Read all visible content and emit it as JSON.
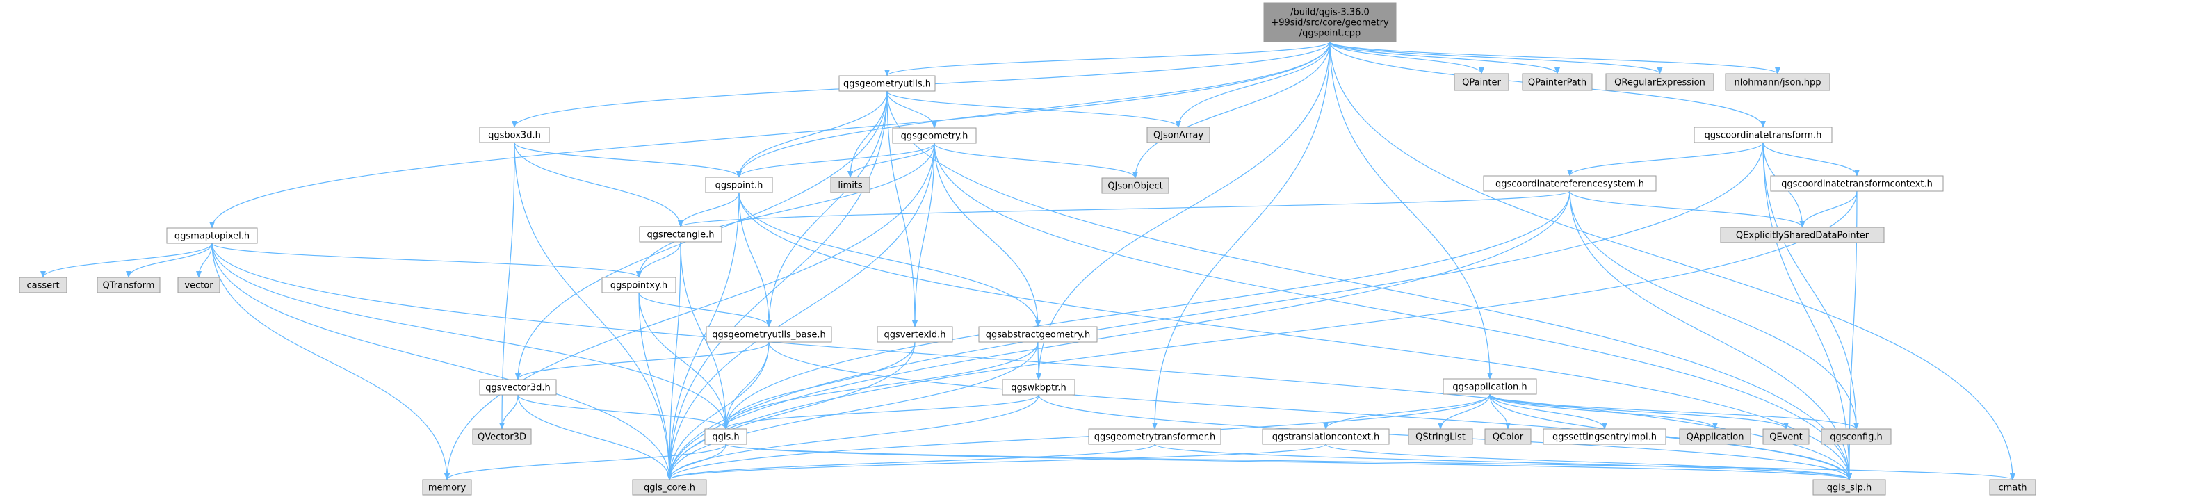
{
  "colors": {
    "edge": "#63b8ff",
    "box_stroke": "#999999",
    "header_fill": "#999999",
    "internal_fill": "#ffffff",
    "external_fill": "#e0e0e0",
    "red_border": "#ff0000",
    "normal_border": "#666666"
  },
  "nodes": [
    {
      "id": "qgspoint_cpp",
      "lines": [
        "/build/qgis-3.36.0",
        "+99sid/src/core/geometry",
        "/qgspoint.cpp"
      ],
      "kind": "header"
    },
    {
      "id": "qgsgeometryutils_h",
      "lines": [
        "qgsgeometryutils.h"
      ],
      "kind": "internal",
      "red": false
    },
    {
      "id": "qgsbox3d_h",
      "lines": [
        "qgsbox3d.h"
      ],
      "kind": "internal",
      "red": false
    },
    {
      "id": "qgsmaptopixel_h",
      "lines": [
        "qgsmaptopixel.h"
      ],
      "kind": "internal",
      "red": false
    },
    {
      "id": "qgsgeometry_h",
      "lines": [
        "qgsgeometry.h"
      ],
      "kind": "internal",
      "red": true
    },
    {
      "id": "qgspoint_h",
      "lines": [
        "qgspoint.h"
      ],
      "kind": "internal",
      "red": false
    },
    {
      "id": "limits",
      "lines": [
        "limits"
      ],
      "kind": "external"
    },
    {
      "id": "qjsonarray",
      "lines": [
        "QJsonArray"
      ],
      "kind": "external"
    },
    {
      "id": "qjsonobject",
      "lines": [
        "QJsonObject"
      ],
      "kind": "external"
    },
    {
      "id": "qpainter",
      "lines": [
        "QPainter"
      ],
      "kind": "external"
    },
    {
      "id": "qpainterpath",
      "lines": [
        "QPainterPath"
      ],
      "kind": "external"
    },
    {
      "id": "qregularexpression",
      "lines": [
        "QRegularExpression"
      ],
      "kind": "external"
    },
    {
      "id": "nlohmann_json",
      "lines": [
        "nlohmann/json.hpp"
      ],
      "kind": "external"
    },
    {
      "id": "qgscoordinatetransform_h",
      "lines": [
        "qgscoordinatetransform.h"
      ],
      "kind": "internal",
      "red": false
    },
    {
      "id": "qgscoordinatereferencesystem_h",
      "lines": [
        "qgscoordinatereferencesystem.h"
      ],
      "kind": "internal",
      "red": true
    },
    {
      "id": "qgscoordinatetransformcontext_h",
      "lines": [
        "qgscoordinatetransformcontext.h"
      ],
      "kind": "internal",
      "red": true
    },
    {
      "id": "qexplicitlyshareddatapointer",
      "lines": [
        "QExplicitlySharedDataPointer"
      ],
      "kind": "external"
    },
    {
      "id": "qgsrectangle_h",
      "lines": [
        "qgsrectangle.h"
      ],
      "kind": "internal",
      "red": true
    },
    {
      "id": "qgspointxy_h",
      "lines": [
        "qgspointxy.h"
      ],
      "kind": "internal",
      "red": true
    },
    {
      "id": "cassert",
      "lines": [
        "cassert"
      ],
      "kind": "external"
    },
    {
      "id": "qtransform",
      "lines": [
        "QTransform"
      ],
      "kind": "external"
    },
    {
      "id": "vector",
      "lines": [
        "vector"
      ],
      "kind": "external"
    },
    {
      "id": "qgsgeometryutils_base_h",
      "lines": [
        "qgsgeometryutils_base.h"
      ],
      "kind": "internal",
      "red": true
    },
    {
      "id": "qgsvertexid_h",
      "lines": [
        "qgsvertexid.h"
      ],
      "kind": "internal",
      "red": false
    },
    {
      "id": "qgsabstractgeometry_h",
      "lines": [
        "qgsabstractgeometry.h"
      ],
      "kind": "internal",
      "red": true
    },
    {
      "id": "qgswkbptr_h",
      "lines": [
        "qgswkbptr.h"
      ],
      "kind": "internal",
      "red": true
    },
    {
      "id": "qgsvector3d_h",
      "lines": [
        "qgsvector3d.h"
      ],
      "kind": "internal",
      "red": false
    },
    {
      "id": "qvector3d",
      "lines": [
        "QVector3D"
      ],
      "kind": "external"
    },
    {
      "id": "qgis_h",
      "lines": [
        "qgis.h"
      ],
      "kind": "internal",
      "red": true
    },
    {
      "id": "memory",
      "lines": [
        "memory"
      ],
      "kind": "external"
    },
    {
      "id": "qgis_core_h",
      "lines": [
        "qgis_core.h"
      ],
      "kind": "external"
    },
    {
      "id": "qgsapplication_h",
      "lines": [
        "qgsapplication.h"
      ],
      "kind": "internal",
      "red": false
    },
    {
      "id": "qgsgeometrytransformer_h",
      "lines": [
        "qgsgeometrytransformer.h"
      ],
      "kind": "internal",
      "red": false
    },
    {
      "id": "qgstranslationcontext_h",
      "lines": [
        "qgstranslationcontext.h"
      ],
      "kind": "internal",
      "red": true
    },
    {
      "id": "qstringlist",
      "lines": [
        "QStringList"
      ],
      "kind": "external"
    },
    {
      "id": "qcolor",
      "lines": [
        "QColor"
      ],
      "kind": "external"
    },
    {
      "id": "qgssettingsentryimpl_h",
      "lines": [
        "qgssettingsentryimpl.h"
      ],
      "kind": "internal",
      "red": true
    },
    {
      "id": "qapplication",
      "lines": [
        "QApplication"
      ],
      "kind": "external"
    },
    {
      "id": "qevent",
      "lines": [
        "QEvent"
      ],
      "kind": "external"
    },
    {
      "id": "qgsconfig_h",
      "lines": [
        "qgsconfig.h"
      ],
      "kind": "external"
    },
    {
      "id": "qgis_sip_h",
      "lines": [
        "qgis_sip.h"
      ],
      "kind": "external"
    },
    {
      "id": "cmath",
      "lines": [
        "cmath"
      ],
      "kind": "external"
    }
  ],
  "edges": [
    [
      "qgspoint_cpp",
      "qgsgeometryutils_h"
    ],
    [
      "qgspoint_cpp",
      "qgsbox3d_h"
    ],
    [
      "qgspoint_cpp",
      "qgsmaptopixel_h"
    ],
    [
      "qgspoint_cpp",
      "qgspoint_h"
    ],
    [
      "qgspoint_cpp",
      "qjsonarray"
    ],
    [
      "qgspoint_cpp",
      "qjsonobject"
    ],
    [
      "qgspoint_cpp",
      "qpainter"
    ],
    [
      "qgspoint_cpp",
      "qpainterpath"
    ],
    [
      "qgspoint_cpp",
      "qregularexpression"
    ],
    [
      "qgspoint_cpp",
      "nlohmann_json"
    ],
    [
      "qgspoint_cpp",
      "qgscoordinatetransform_h"
    ],
    [
      "qgspoint_cpp",
      "qgswkbptr_h"
    ],
    [
      "qgspoint_cpp",
      "qgsapplication_h"
    ],
    [
      "qgspoint_cpp",
      "qgsgeometrytransformer_h"
    ],
    [
      "qgspoint_cpp",
      "cmath"
    ],
    [
      "qgsgeometryutils_h",
      "qgsgeometry_h"
    ],
    [
      "qgsgeometryutils_h",
      "qgspoint_h"
    ],
    [
      "qgsgeometryutils_h",
      "limits"
    ],
    [
      "qgsgeometryutils_h",
      "qjsonarray"
    ],
    [
      "qgsgeometryutils_h",
      "qgsgeometryutils_base_h"
    ],
    [
      "qgsgeometryutils_h",
      "qgsvertexid_h"
    ],
    [
      "qgsgeometryutils_h",
      "qgsvector3d_h"
    ],
    [
      "qgsgeometryutils_h",
      "qgis_core_h"
    ],
    [
      "qgsgeometryutils_h",
      "qgis_sip_h"
    ],
    [
      "qgsbox3d_h",
      "qgspoint_h"
    ],
    [
      "qgsbox3d_h",
      "qgsrectangle_h"
    ],
    [
      "qgsbox3d_h",
      "qvector3d"
    ],
    [
      "qgsbox3d_h",
      "qgis_core_h"
    ],
    [
      "qgsmaptopixel_h",
      "qgspointxy_h"
    ],
    [
      "qgsmaptopixel_h",
      "cassert"
    ],
    [
      "qgsmaptopixel_h",
      "qtransform"
    ],
    [
      "qgsmaptopixel_h",
      "vector"
    ],
    [
      "qgsmaptopixel_h",
      "qgis_h"
    ],
    [
      "qgsmaptopixel_h",
      "memory"
    ],
    [
      "qgsmaptopixel_h",
      "qgis_core_h"
    ],
    [
      "qgsmaptopixel_h",
      "qgis_sip_h"
    ],
    [
      "qgsgeometry_h",
      "qgspoint_h"
    ],
    [
      "qgsgeometry_h",
      "limits"
    ],
    [
      "qgsgeometry_h",
      "qjsonobject"
    ],
    [
      "qgsgeometry_h",
      "qgspointxy_h"
    ],
    [
      "qgsgeometry_h",
      "qgsvertexid_h"
    ],
    [
      "qgsgeometry_h",
      "qgsabstractgeometry_h"
    ],
    [
      "qgsgeometry_h",
      "memory"
    ],
    [
      "qgsgeometry_h",
      "qgis_core_h"
    ],
    [
      "qgsgeometry_h",
      "qgis_sip_h"
    ],
    [
      "qgspoint_h",
      "qgsrectangle_h"
    ],
    [
      "qgspoint_h",
      "qgsgeometryutils_base_h"
    ],
    [
      "qgspoint_h",
      "qgsabstractgeometry_h"
    ],
    [
      "qgspoint_h",
      "qgis_core_h"
    ],
    [
      "qgspoint_h",
      "qgis_sip_h"
    ],
    [
      "qgscoordinatetransform_h",
      "qgscoordinatereferencesystem_h"
    ],
    [
      "qgscoordinatetransform_h",
      "qgscoordinatetransformcontext_h"
    ],
    [
      "qgscoordinatetransform_h",
      "qexplicitlyshareddatapointer"
    ],
    [
      "qgscoordinatetransform_h",
      "qgsconfig_h"
    ],
    [
      "qgscoordinatetransform_h",
      "qgis_sip_h"
    ],
    [
      "qgscoordinatetransform_h",
      "qgis_core_h"
    ],
    [
      "qgscoordinatereferencesystem_h",
      "qexplicitlyshareddatapointer"
    ],
    [
      "qgscoordinatereferencesystem_h",
      "qgsrectangle_h"
    ],
    [
      "qgscoordinatereferencesystem_h",
      "qgis_h"
    ],
    [
      "qgscoordinatereferencesystem_h",
      "qgis_core_h"
    ],
    [
      "qgscoordinatereferencesystem_h",
      "qgis_sip_h"
    ],
    [
      "qgscoordinatereferencesystem_h",
      "qgsconfig_h"
    ],
    [
      "qgscoordinatetransformcontext_h",
      "qexplicitlyshareddatapointer"
    ],
    [
      "qgscoordinatetransformcontext_h",
      "qgis_core_h"
    ],
    [
      "qgscoordinatetransformcontext_h",
      "qgis_sip_h"
    ],
    [
      "qgsrectangle_h",
      "qgspointxy_h"
    ],
    [
      "qgsrectangle_h",
      "qgis_h"
    ],
    [
      "qgsrectangle_h",
      "qgis_core_h"
    ],
    [
      "qgspointxy_h",
      "qgsgeometryutils_base_h"
    ],
    [
      "qgspointxy_h",
      "qgis_h"
    ],
    [
      "qgspointxy_h",
      "qgis_core_h"
    ],
    [
      "qgsgeometryutils_base_h",
      "qgsvector3d_h"
    ],
    [
      "qgsgeometryutils_base_h",
      "qgis_h"
    ],
    [
      "qgsgeometryutils_base_h",
      "qgis_core_h"
    ],
    [
      "qgsgeometryutils_base_h",
      "qgis_sip_h"
    ],
    [
      "qgsvertexid_h",
      "qgis_h"
    ],
    [
      "qgsvertexid_h",
      "qgis_core_h"
    ],
    [
      "qgsabstractgeometry_h",
      "qgswkbptr_h"
    ],
    [
      "qgsabstractgeometry_h",
      "qgis_h"
    ],
    [
      "qgsabstractgeometry_h",
      "qgis_core_h"
    ],
    [
      "qgswkbptr_h",
      "qgis_h"
    ],
    [
      "qgswkbptr_h",
      "qgis_core_h"
    ],
    [
      "qgswkbptr_h",
      "qgis_sip_h"
    ],
    [
      "qgsvector3d_h",
      "qvector3d"
    ],
    [
      "qgsvector3d_h",
      "qgis_h"
    ],
    [
      "qgsvector3d_h",
      "qgis_core_h"
    ],
    [
      "qgis_h",
      "memory"
    ],
    [
      "qgis_h",
      "qgis_core_h"
    ],
    [
      "qgis_h",
      "qgis_sip_h"
    ],
    [
      "qgis_h",
      "cmath"
    ],
    [
      "qgsapplication_h",
      "qgstranslationcontext_h"
    ],
    [
      "qgsapplication_h",
      "qstringlist"
    ],
    [
      "qgsapplication_h",
      "qcolor"
    ],
    [
      "qgsapplication_h",
      "qgssettingsentryimpl_h"
    ],
    [
      "qgsapplication_h",
      "qapplication"
    ],
    [
      "qgsapplication_h",
      "qevent"
    ],
    [
      "qgsapplication_h",
      "qgsconfig_h"
    ],
    [
      "qgsapplication_h",
      "qgis_sip_h"
    ],
    [
      "qgsapplication_h",
      "qgis_core_h"
    ],
    [
      "qgsgeometrytransformer_h",
      "qgis_core_h"
    ],
    [
      "qgsgeometrytransformer_h",
      "qgis_sip_h"
    ],
    [
      "qgstranslationcontext_h",
      "qgis_core_h"
    ],
    [
      "qgstranslationcontext_h",
      "qgis_sip_h"
    ]
  ]
}
